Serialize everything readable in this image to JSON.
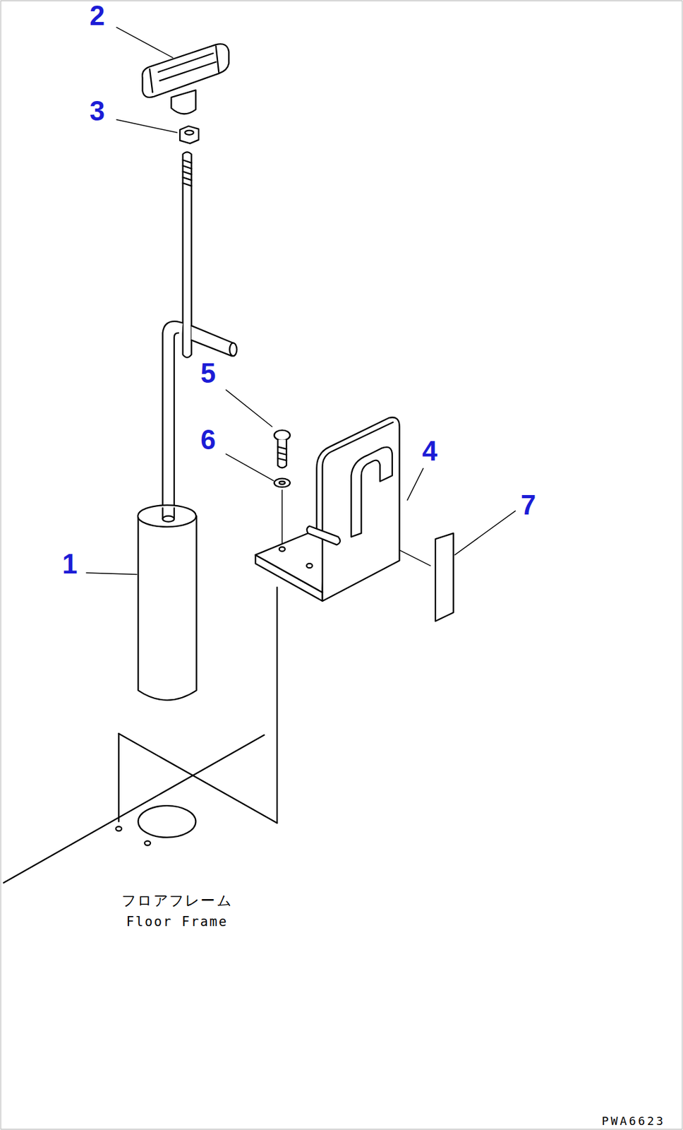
{
  "diagram": {
    "labels": [
      "2",
      "3",
      "5",
      "6",
      "4",
      "7",
      "1",
      "フロアフレーム",
      "Floor Frame",
      "PWA6623"
    ]
  }
}
